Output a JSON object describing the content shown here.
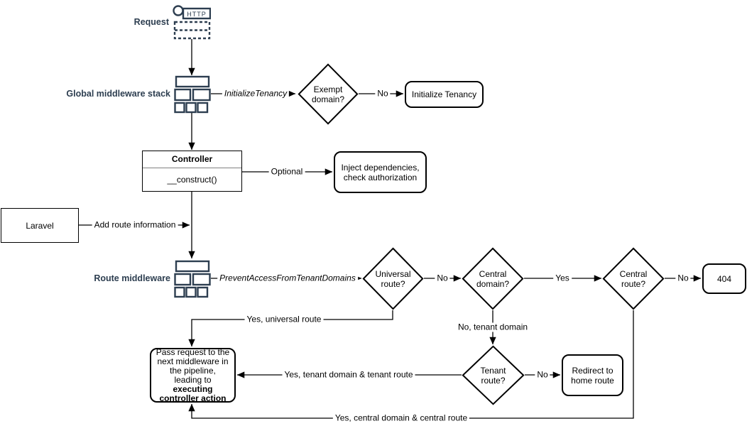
{
  "diagram": {
    "side_labels": {
      "request": "Request",
      "global_middleware_stack": "Global middleware stack",
      "route_middleware": "Route middleware"
    },
    "nodes": {
      "http": "HTTP",
      "exempt_domain": "Exempt domain?",
      "initialize_tenancy": "Initialize Tenancy",
      "controller_title": "Controller",
      "controller_method": "__construct()",
      "inject_dependencies": "Inject dependencies, check authorization",
      "laravel": "Laravel",
      "universal_route": "Universal route?",
      "central_domain": "Central domain?",
      "central_route": "Central route?",
      "not_found": "404",
      "tenant_route": "Tenant route?",
      "redirect_home": "Redirect to home route",
      "pass_request_normal": "Pass request to the next middleware in the pipeline, leading to ",
      "pass_request_bold": "executing controller action"
    },
    "edge_labels": {
      "initialize_tenancy_mw": "InitializeTenancy",
      "exempt_no": "No",
      "optional": "Optional",
      "add_route_information": "Add route information",
      "prevent_access": "PreventAccessFromTenantDomains",
      "universal_no": "No",
      "central_domain_yes": "Yes",
      "central_route_no": "No",
      "yes_universal_route": "Yes, universal route",
      "no_tenant_domain": "No, tenant domain",
      "tenant_no": "No",
      "yes_tenant_route": "Yes, tenant domain & tenant route",
      "yes_central_route": "Yes, central domain & central route"
    },
    "colors": {
      "accent": "#2d3e50",
      "line": "#000000",
      "background": "#ffffff"
    }
  }
}
